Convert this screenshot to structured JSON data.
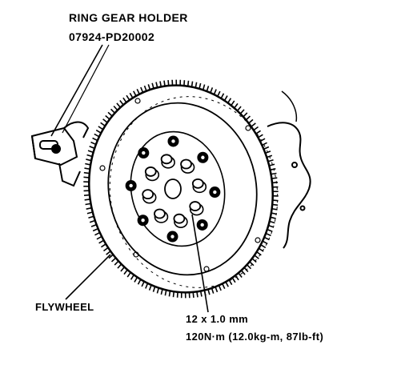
{
  "labels": {
    "tool_name": "RING GEAR HOLDER",
    "tool_part_number": "07924-PD20002",
    "flywheel": "FLYWHEEL",
    "bolt_size": "12 x 1.0 mm",
    "bolt_torque": "120N·m (12.0kg-m, 87lb-ft)"
  },
  "colors": {
    "ink": "#000000",
    "paper": "#ffffff"
  },
  "diagram": {
    "ring_gear_teeth": 150,
    "flywheel_bolts": 8,
    "bolt_sequence_marks": 8
  }
}
